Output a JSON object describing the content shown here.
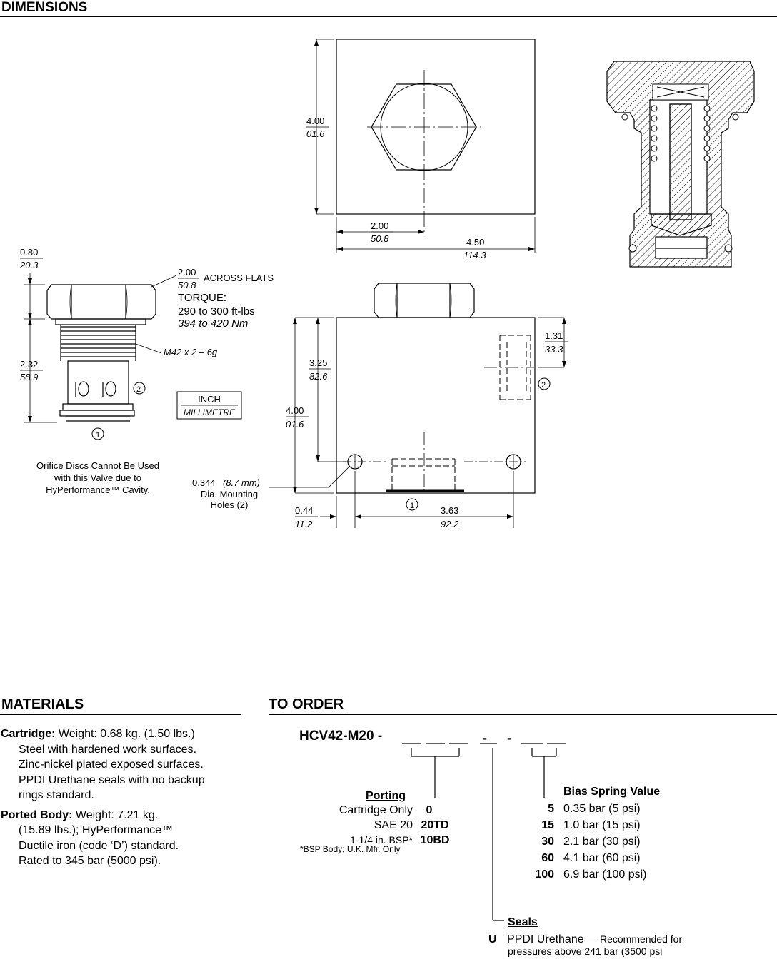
{
  "dimensions": {
    "title": "DIMENSIONS",
    "top_view": {
      "height_in": "4.00",
      "height_mm": "01.6",
      "half_in": "2.00",
      "half_mm": "50.8",
      "width_in": "4.50",
      "width_mm": "114.3"
    },
    "cartridge": {
      "head_in": "0.80",
      "head_mm": "20.3",
      "flats_in": "2.00",
      "flats_mm": "50.8",
      "flats_label": "ACROSS FLATS",
      "torque_label": "TORQUE:",
      "torque_ftlbs": "290 to 300 ft-lbs",
      "torque_nm": "394 to 420 Nm",
      "thread": "M42 x 2 – 6g",
      "length_in": "2.32",
      "length_mm": "58.9",
      "port1": "1",
      "port2": "2"
    },
    "unit_key": {
      "inch": "INCH",
      "mm": "MILLIMETRE"
    },
    "orifice_note": [
      "Orifice Discs Cannot Be Used",
      "with this Valve due to",
      "HyPerformance™ Cavity."
    ],
    "body_front": {
      "depth_in": "1.31",
      "depth_mm": "33.3",
      "port_in": "3.25",
      "port_mm": "82.6",
      "height_in": "4.00",
      "height_mm": "01.6",
      "hole_dia": "0.344",
      "hole_dia_mm": "(8.7 mm)",
      "hole_label1": "Dia. Mounting",
      "hole_label2": "Holes (2)",
      "edge_in": "0.44",
      "edge_mm": "11.2",
      "holes_in": "3.63",
      "holes_mm": "92.2",
      "port1": "1",
      "port2": "2"
    }
  },
  "materials": {
    "title": "MATERIALS",
    "cartridge_label": "Cartridge:",
    "cartridge_lines": [
      "Weight: 0.68 kg. (1.50 lbs.)",
      "Steel with hardened work surfaces.",
      "Zinc-nickel plated exposed surfaces.",
      "PPDI Urethane seals with no backup",
      "rings standard."
    ],
    "body_label": "Ported Body:",
    "body_lines": [
      "Weight: 7.21 kg.",
      "(15.89 lbs.); HyPerformance™",
      "Ductile iron (code ‘D’) standard.",
      "Rated to 345 bar (5000 psi)."
    ]
  },
  "to_order": {
    "title": "TO ORDER",
    "code": "HCV42-M20 -",
    "porting": {
      "heading": "Porting",
      "options": [
        {
          "label": "Cartridge Only",
          "code": "0"
        },
        {
          "label": "SAE 20",
          "code": "20TD"
        },
        {
          "label": "1-1/4 in. BSP*",
          "code": "10BD"
        }
      ],
      "note": "*BSP Body; U.K. Mfr. Only"
    },
    "bias": {
      "heading": "Bias Spring Value",
      "options": [
        {
          "code": "5",
          "label": "0.35 bar (5 psi)"
        },
        {
          "code": "15",
          "label": "1.0 bar (15 psi)"
        },
        {
          "code": "30",
          "label": "2.1 bar (30 psi)"
        },
        {
          "code": "60",
          "label": "4.1 bar (60 psi)"
        },
        {
          "code": "100",
          "label": "6.9 bar (100 psi)"
        }
      ]
    },
    "seals": {
      "heading": "Seals",
      "code": "U",
      "label": "PPDI Urethane",
      "note1": "— Recommended for",
      "note2": "pressures above 241 bar (3500 psi"
    }
  }
}
